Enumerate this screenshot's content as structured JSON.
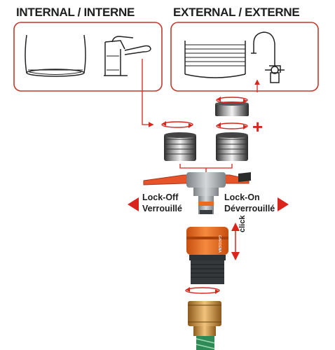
{
  "headers": {
    "internal": "INTERNAL / INTERNE",
    "external": "EXTERNAL / EXTERNE"
  },
  "labels": {
    "lock_off_en": "Lock-Off",
    "lock_off_fr": "Verrouillé",
    "lock_on_en": "Lock-On",
    "lock_on_fr": "Déverrouillé",
    "click": "click",
    "plus": "+",
    "brand": "GARDENA"
  },
  "colors": {
    "accent_red": "#d9251c",
    "orange": "#ec6a1e",
    "dark_grey": "#3a3d40",
    "light_grey": "#b9bcbf",
    "brass": "#c8964a",
    "hose_green": "#2e8b57"
  },
  "icons": [
    "faucet-aerator-internal-icon",
    "mixer-tap-icon",
    "faucet-aerator-external-icon",
    "basin-tap-icon",
    "rotate-arrow-icon"
  ]
}
